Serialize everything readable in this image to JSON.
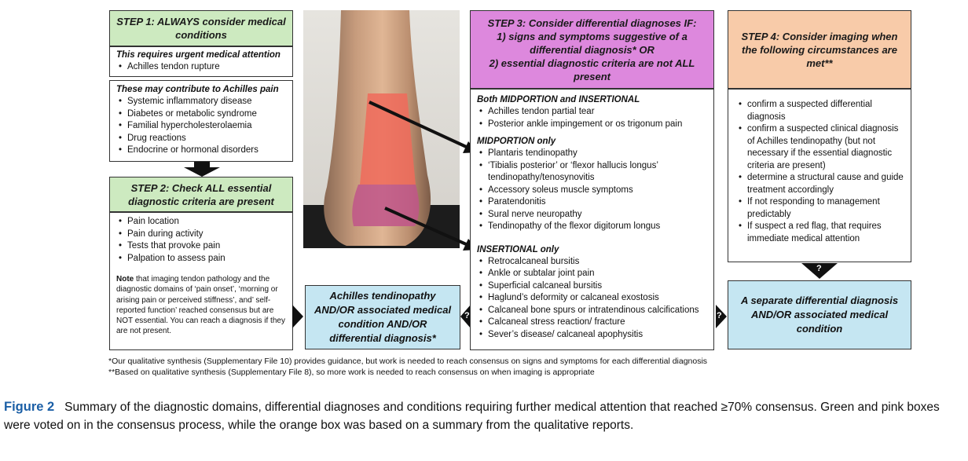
{
  "step1": {
    "title": "STEP 1: ALWAYS consider medical conditions",
    "urgent_heading": "This requires urgent medical attention",
    "urgent_items": [
      "Achilles tendon rupture"
    ],
    "contrib_heading": "These may contribute to Achilles pain",
    "contrib_items": [
      "Systemic inflammatory disease",
      "Diabetes or metabolic syndrome",
      "Familial hypercholesterolaemia",
      "Drug reactions",
      "Endocrine or hormonal disorders"
    ]
  },
  "step2": {
    "title": "STEP 2: Check ALL essential diagnostic criteria are present",
    "items": [
      "Pain location",
      "Pain during activity",
      "Tests that provoke pain",
      "Palpation to assess pain"
    ],
    "note_bold": "Note",
    "note_text": " that imaging tendon pathology and the diagnostic domains of ‘pain onset’, ‘morning or arising pain or perceived stiffness’, and’ self-reported function’ reached consensus but are NOT essential. You can reach a diagnosis if they are not present."
  },
  "result_left": "Achilles tendinopathy AND/OR associated medical condition AND/OR differential diagnosis*",
  "step3": {
    "title_l1": "STEP 3: Consider differential diagnoses IF:",
    "title_l2": "1)  signs and symptoms suggestive of a differential diagnosis* OR",
    "title_l3": "2)  essential diagnostic criteria are not ALL present",
    "both_heading": "Both MIDPORTION and INSERTIONAL",
    "both_items": [
      "Achilles tendon partial tear",
      "Posterior ankle impingement or os trigonum pain"
    ],
    "mid_heading": "MIDPORTION only",
    "mid_items": [
      "Plantaris tendinopathy",
      "‘Tibialis posterior’ or ‘flexor hallucis longus’ tendinopathy/tenosynovitis",
      "Accessory soleus muscle symptoms",
      "Paratendonitis",
      "Sural nerve neuropathy",
      "Tendinopathy of the flexor digitorum longus"
    ],
    "ins_heading": "INSERTIONAL only",
    "ins_items": [
      "Retrocalcaneal bursitis",
      "Ankle or subtalar joint pain",
      "Superficial calcaneal bursitis",
      "Haglund’s deformity or calcaneal exostosis",
      "Calcaneal bone spurs or intratendinous calcifications",
      "Calcaneal stress reaction/ fracture",
      "Sever’s disease/ calcaneal apophysitis"
    ]
  },
  "step4": {
    "title": "STEP 4: Consider imaging when the following circumstances are met**",
    "items": [
      "confirm a suspected differential diagnosis",
      "confirm a suspected clinical diagnosis of Achilles tendinopathy (but not necessary if the essential diagnostic criteria are present)",
      "determine a structural cause and guide treatment accordingly",
      "If not responding to management predictably",
      "If suspect a red flag, that requires immediate medical attention"
    ]
  },
  "result_right": "A separate differential diagnosis AND/OR associated medical condition",
  "qmark": "?",
  "footnote1": "*Our qualitative synthesis (Supplementary File 10) provides guidance, but work is needed to reach consensus on signs and symptoms for each differential diagnosis",
  "footnote2": "**Based on qualitative synthesis (Supplementary File 8), so more work is needed to reach consensus on when imaging is appropriate",
  "caption_label": "Figure 2",
  "caption_text": "Summary of the diagnostic domains, differential diagnoses and conditions requiring further medical attention that reached ≥70% consensus. Green and pink boxes were voted on in the consensus process, while the orange box was based on a summary from the qualitative reports.",
  "colors": {
    "green": "#cdeac0",
    "pink": "#dd88dd",
    "orange": "#f8cba9",
    "blue": "#c5e6f2",
    "midportion_overlay": "#f06a5a",
    "insertional_overlay": "#c0558a"
  }
}
